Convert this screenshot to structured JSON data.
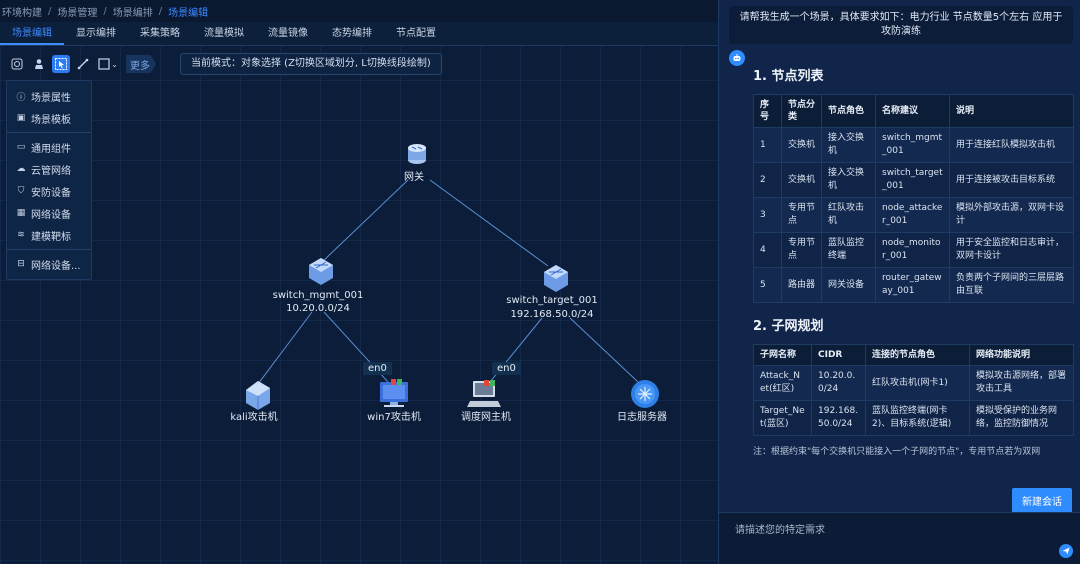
{
  "breadcrumb": [
    "环境构建",
    "场景管理",
    "场景编排",
    "场景编辑"
  ],
  "tabs": [
    {
      "label": "场景编辑",
      "active": true
    },
    {
      "label": "显示编排",
      "active": false
    },
    {
      "label": "采集策略",
      "active": false
    },
    {
      "label": "流量模拟",
      "active": false
    },
    {
      "label": "流量镜像",
      "active": false
    },
    {
      "label": "态势编排",
      "active": false
    },
    {
      "label": "节点配置",
      "active": false
    }
  ],
  "toolbar": {
    "more_label": "更多",
    "mode_text": "当前模式：对象选择 (Z切换区域划分, L切换线段绘制)"
  },
  "side_menu": [
    {
      "label": "场景属性",
      "icon": "info-icon"
    },
    {
      "label": "场景模板",
      "icon": "template-icon"
    },
    {
      "label": "通用组件",
      "icon": "monitor-icon"
    },
    {
      "label": "云管网络",
      "icon": "cloud-icon"
    },
    {
      "label": "安防设备",
      "icon": "shield-icon"
    },
    {
      "label": "网络设备",
      "icon": "network-device-icon"
    },
    {
      "label": "建模靶标",
      "icon": "database-icon"
    },
    {
      "label": "网络设备...",
      "icon": "network-device-icon"
    }
  ],
  "topology": {
    "gateway": {
      "label": "网关"
    },
    "switch_mgmt": {
      "label": "switch_mgmt_001",
      "subnet": "10.20.0.0/24"
    },
    "switch_target": {
      "label": "switch_target_001",
      "subnet": "192.168.50.0/24"
    },
    "kali": {
      "label": "kali攻击机"
    },
    "win7": {
      "label": "win7攻击机",
      "iface": "en0"
    },
    "scheduler": {
      "label": "调度网主机",
      "iface": "en0"
    },
    "log_server": {
      "label": "日志服务器"
    }
  },
  "chat": {
    "user_message": "请帮我生成一个场景，具体要求如下：电力行业 节点数量5个左右 应用于攻防演练",
    "section1_title": "1. 节点列表",
    "node_table": {
      "headers": [
        "序号",
        "节点分类",
        "节点角色",
        "名称建议",
        "说明"
      ],
      "rows": [
        [
          "1",
          "交换机",
          "接入交换机",
          "switch_mgmt_001",
          "用于连接红队模拟攻击机"
        ],
        [
          "2",
          "交换机",
          "接入交换机",
          "switch_target_001",
          "用于连接被攻击目标系统"
        ],
        [
          "3",
          "专用节点",
          "红队攻击机",
          "node_attacker_001",
          "模拟外部攻击源，双网卡设计"
        ],
        [
          "4",
          "专用节点",
          "蓝队监控终端",
          "node_monitor_001",
          "用于安全监控和日志审计，双网卡设计"
        ],
        [
          "5",
          "路由器",
          "网关设备",
          "router_gateway_001",
          "负责两个子网间的三层层路由互联"
        ]
      ]
    },
    "section2_title": "2. 子网规划",
    "subnet_table": {
      "headers": [
        "子网名称",
        "CIDR",
        "连接的节点角色",
        "网络功能说明"
      ],
      "rows": [
        [
          "Attack_Net(红区)",
          "10.20.0.0/24",
          "红队攻击机(网卡1)",
          "模拟攻击源网络，部署攻击工具"
        ],
        [
          "Target_Net(蓝区)",
          "192.168.50.0/24",
          "蓝队监控终端(网卡2)、目标系统(逻辑)",
          "模拟受保护的业务网络，监控防御情况"
        ]
      ]
    },
    "note": "注：根据约束\"每个交换机只能接入一个子网的节点\"，专用节点若为双网",
    "new_chat_label": "新建会话",
    "input_placeholder": "请描述您的特定需求"
  },
  "colors": {
    "accent": "#2f8cff",
    "tab_active": "#3d8bff",
    "link_line": "#5b8fd6"
  }
}
